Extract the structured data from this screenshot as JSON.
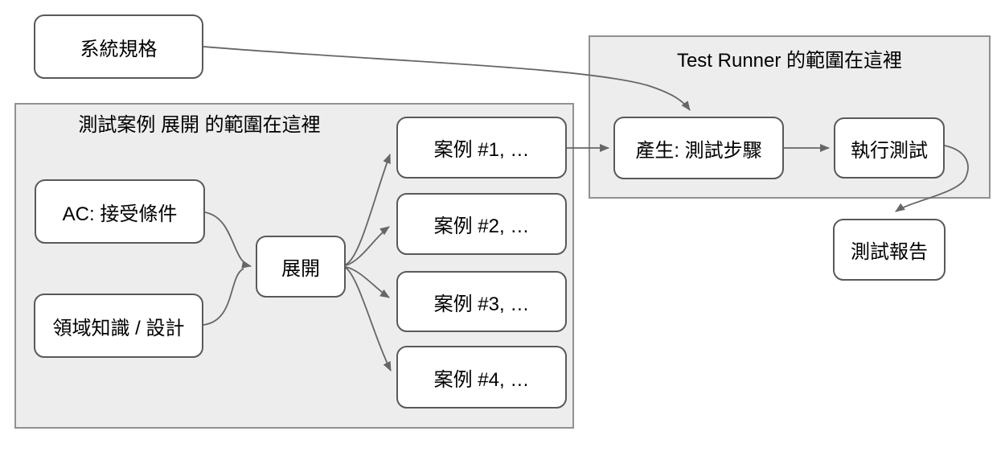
{
  "containers": {
    "expansion": {
      "label": "測試案例 展開 的範圍在這裡"
    },
    "runner": {
      "label": "Test Runner 的範圍在這裡"
    }
  },
  "nodes": {
    "system_spec": {
      "label": "系統規格"
    },
    "ac": {
      "label": "AC: 接受條件"
    },
    "domain": {
      "label": "領域知識 / 設計"
    },
    "expand": {
      "label": "展開"
    },
    "case1": {
      "label": "案例 #1, …"
    },
    "case2": {
      "label": "案例 #2, …"
    },
    "case3": {
      "label": "案例 #3, …"
    },
    "case4": {
      "label": "案例 #4, …"
    },
    "generate": {
      "label": "產生: 測試步驟"
    },
    "run": {
      "label": "執行測試"
    },
    "report": {
      "label": "測試報告"
    }
  },
  "edges": [
    {
      "from": "system_spec",
      "to": "generate"
    },
    {
      "from": "ac",
      "to": "expand"
    },
    {
      "from": "domain",
      "to": "expand"
    },
    {
      "from": "expand",
      "to": "case1"
    },
    {
      "from": "expand",
      "to": "case2"
    },
    {
      "from": "expand",
      "to": "case3"
    },
    {
      "from": "expand",
      "to": "case4"
    },
    {
      "from": "case1",
      "to": "generate"
    },
    {
      "from": "generate",
      "to": "run"
    },
    {
      "from": "run",
      "to": "report"
    }
  ],
  "colors": {
    "container_fill": "#ededed",
    "container_border": "#919191",
    "node_fill": "#ffffff",
    "node_border": "#595959",
    "edge_color": "#666666",
    "text_color": "#000000"
  }
}
